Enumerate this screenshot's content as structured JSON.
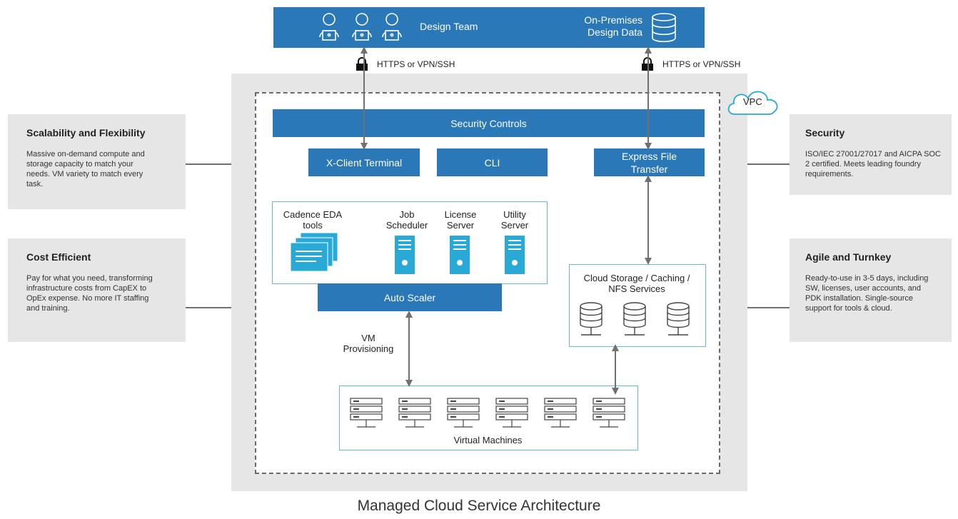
{
  "top_bar": {
    "design_team": "Design Team",
    "on_prem": "On-Premises\nDesign Data"
  },
  "links": {
    "left_protocol": "HTTPS or VPN/SSH",
    "right_protocol": "HTTPS or VPN/SSH"
  },
  "vpc_label": "VPC",
  "security_controls": "Security Controls",
  "xclient": "X-Client Terminal",
  "cli": "CLI",
  "express_transfer": "Express File\nTransfer",
  "tools": {
    "cadence": "Cadence EDA\ntools",
    "job": "Job\nScheduler",
    "license": "License\nServer",
    "utility": "Utility\nServer"
  },
  "auto_scaler": "Auto Scaler",
  "vm_provisioning": "VM\nProvisioning",
  "cloud_storage": "Cloud Storage / Caching /\nNFS Services",
  "virtual_machines": "Virtual Machines",
  "panels": {
    "scalability": {
      "title": "Scalability and Flexibility",
      "body": "Massive on-demand compute and storage capacity to match your needs. VM variety to match every task."
    },
    "cost": {
      "title": "Cost Efficient",
      "body": "Pay for what you need, transforming infrastructure costs from CapEX to OpEx expense. No more IT staffing and training."
    },
    "security": {
      "title": "Security",
      "body": "ISO/IEC 27001/27017 and AICPA SOC 2 certified. Meets leading foundry requirements."
    },
    "agile": {
      "title": "Agile and Turnkey",
      "body": "Ready-to-use in 3-5 days, including SW, licenses, user accounts, and PDK installation. Single-source support for tools & cloud."
    }
  },
  "caption": "Managed Cloud Service Architecture",
  "colors": {
    "blue": "#2a78b8",
    "teal": "#29a9d6",
    "panel_grey": "#e6e6e6",
    "arrow": "#707070"
  }
}
